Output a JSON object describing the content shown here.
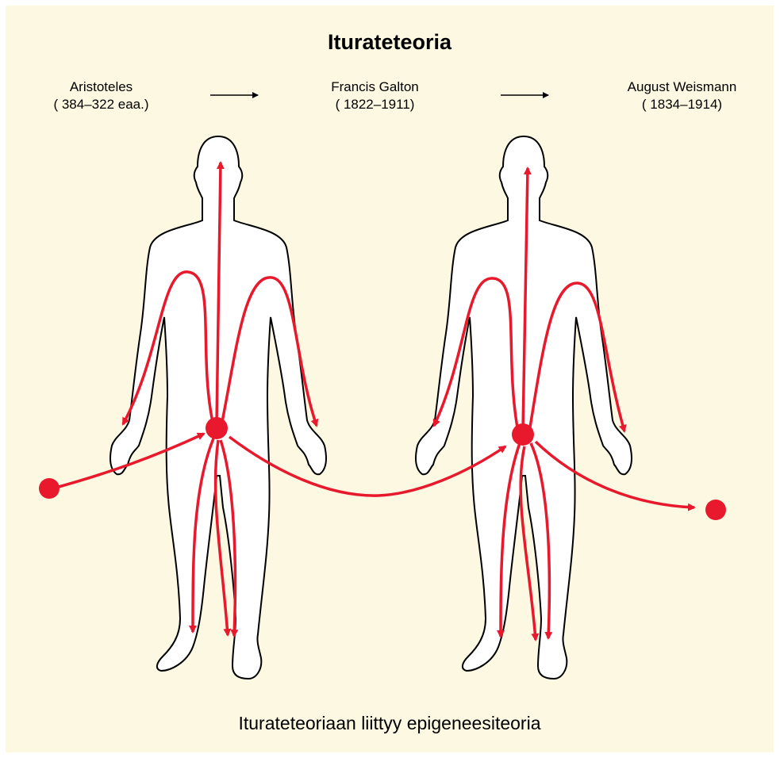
{
  "title": "Iturateteoria",
  "people": [
    {
      "name": "Aristoteles",
      "dates": "( 384–322 eaa.)"
    },
    {
      "name": "Francis Galton",
      "dates": "( 1822–1911)"
    },
    {
      "name": "August Weismann",
      "dates": "( 1834–1914)"
    }
  ],
  "caption": "Iturateteoriaan liittyy epigeneesiteoria",
  "colors": {
    "background": "#fdf8e1",
    "arrows": "#e8192c",
    "outline": "#000000"
  }
}
